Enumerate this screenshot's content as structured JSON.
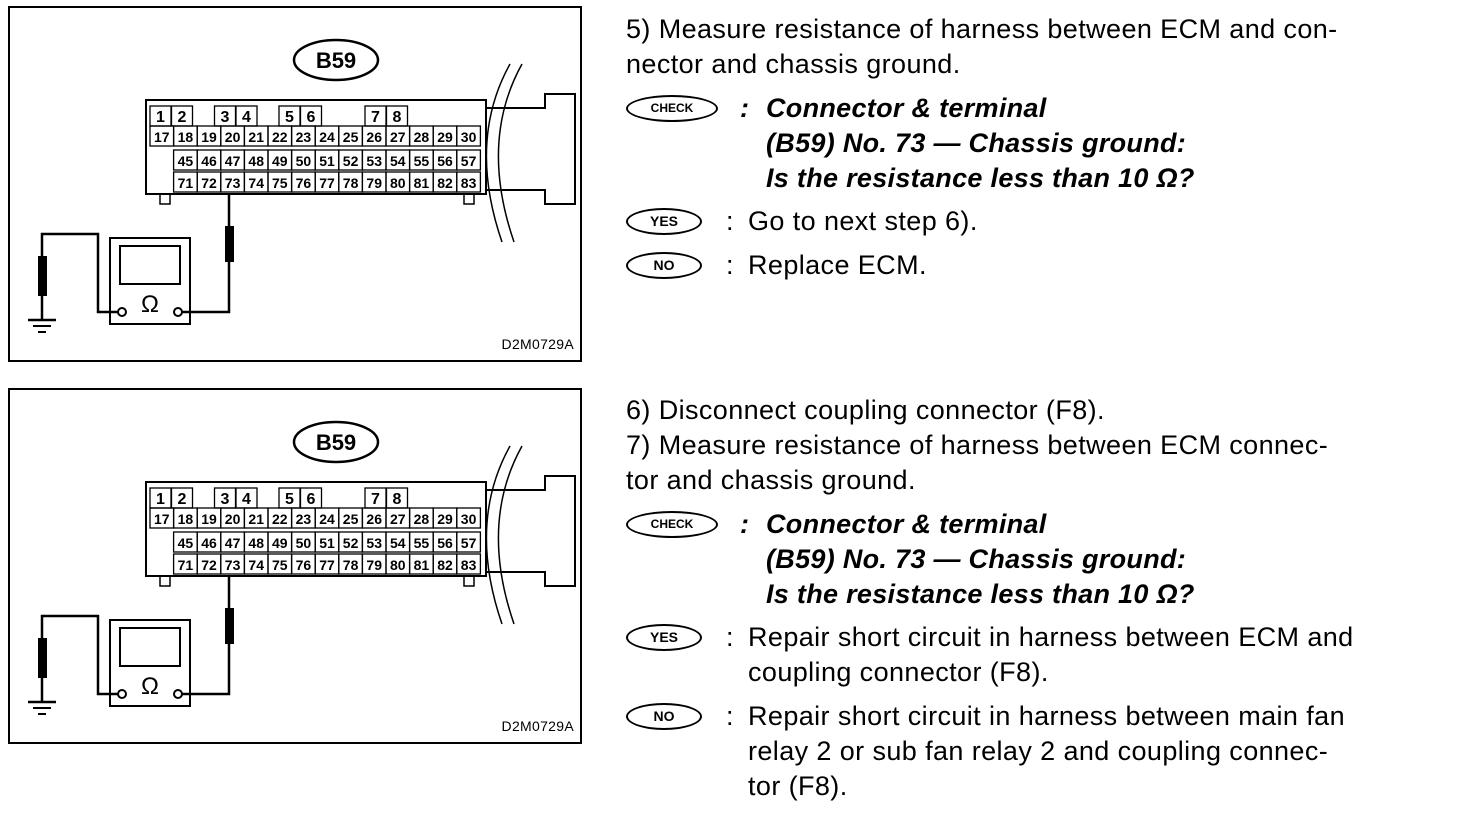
{
  "figures": [
    {
      "connector_label": "B59",
      "code": "D2M0729A",
      "ohm_symbol": "Ω",
      "pins": {
        "row1": [
          "1",
          "2",
          "3",
          "4",
          "5",
          "6",
          "7",
          "8"
        ],
        "row2": [
          "17",
          "18",
          "19",
          "20",
          "21",
          "22",
          "23",
          "24",
          "25",
          "26",
          "27",
          "28",
          "29",
          "30"
        ],
        "row3": [
          "45",
          "46",
          "47",
          "48",
          "49",
          "50",
          "51",
          "52",
          "53",
          "54",
          "55",
          "56",
          "57"
        ],
        "row4": [
          "71",
          "72",
          "73",
          "74",
          "75",
          "76",
          "77",
          "78",
          "79",
          "80",
          "81",
          "82",
          "83"
        ]
      }
    },
    {
      "connector_label": "B59",
      "code": "D2M0729A",
      "ohm_symbol": "Ω",
      "pins": {
        "row1": [
          "1",
          "2",
          "3",
          "4",
          "5",
          "6",
          "7",
          "8"
        ],
        "row2": [
          "17",
          "18",
          "19",
          "20",
          "21",
          "22",
          "23",
          "24",
          "25",
          "26",
          "27",
          "28",
          "29",
          "30"
        ],
        "row3": [
          "45",
          "46",
          "47",
          "48",
          "49",
          "50",
          "51",
          "52",
          "53",
          "54",
          "55",
          "56",
          "57"
        ],
        "row4": [
          "71",
          "72",
          "73",
          "74",
          "75",
          "76",
          "77",
          "78",
          "79",
          "80",
          "81",
          "82",
          "83"
        ]
      }
    }
  ],
  "badges": {
    "check": "CHECK",
    "yes": "YES",
    "no": "NO"
  },
  "step5": {
    "line1": "5)  Measure resistance of harness between ECM and con-",
    "line2": "nector and chassis ground.",
    "check_lines": [
      "Connector & terminal",
      "(B59) No. 73 — Chassis ground:",
      "Is the resistance less than 10 Ω?"
    ],
    "yes_text": "Go to next step 6).",
    "no_text": "Replace ECM."
  },
  "step67": {
    "line1": "6)  Disconnect coupling connector (F8).",
    "line2": "7)  Measure resistance of harness between ECM connec-",
    "line3": "tor and chassis ground.",
    "check_lines": [
      "Connector & terminal",
      "(B59) No. 73 — Chassis ground:",
      "Is the resistance less than 10 Ω?"
    ],
    "yes_lines": [
      "Repair short circuit in harness between ECM and",
      "coupling connector (F8)."
    ],
    "no_lines": [
      "Repair short circuit in harness between main fan",
      "relay 2 or sub fan relay 2 and coupling connec-",
      "tor (F8)."
    ]
  }
}
